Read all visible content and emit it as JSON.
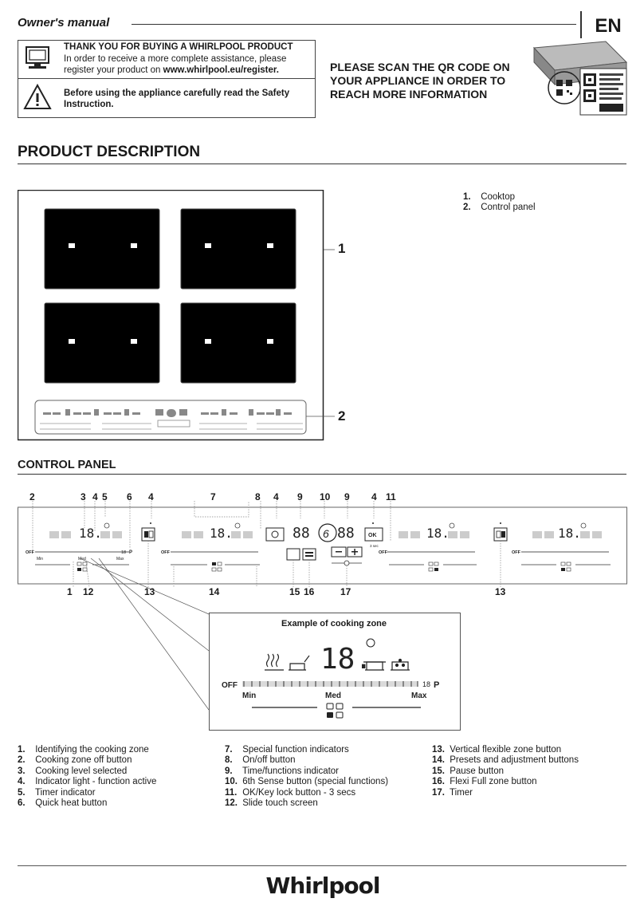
{
  "header": {
    "title": "Owner's manual",
    "lang": "EN"
  },
  "info": {
    "thanks_title": "THANK YOU FOR BUYING A WHIRLPOOL PRODUCT",
    "thanks_text": "In order to receive a more complete assistance, please register your product on ",
    "thanks_link": "www.whirlpool.eu/register.",
    "safety_text": "Before using the appliance carefully read the Safety Instruction."
  },
  "qr": {
    "text": "PLEASE SCAN THE QR CODE ON YOUR APPLIANCE IN ORDER TO REACH MORE INFORMATION"
  },
  "product": {
    "title": "PRODUCT DESCRIPTION",
    "items": [
      {
        "n": "1.",
        "label": "Cooktop"
      },
      {
        "n": "2.",
        "label": "Control panel"
      }
    ],
    "callout1": "1",
    "callout2": "2"
  },
  "control": {
    "title": "CONTROL PANEL",
    "top_callouts": [
      "2",
      "3",
      "4",
      "5",
      "6",
      "4",
      "7",
      "8",
      "4",
      "9",
      "10",
      "9",
      "4",
      "11"
    ],
    "bottom_callouts": [
      "1",
      "12",
      "13",
      "14",
      "15",
      "16",
      "17",
      "13"
    ],
    "display_18": "18.",
    "display_88": "88",
    "off": "OFF",
    "min": "Min",
    "med": "Med",
    "max": "Max",
    "level": "18",
    "p": "P",
    "ok": "OK",
    "lock": "3 sec"
  },
  "example": {
    "title": "Example of cooking zone"
  },
  "legend": {
    "col1": [
      {
        "n": "1.",
        "label": "Identifying the cooking zone"
      },
      {
        "n": "2.",
        "label": "Cooking zone off button"
      },
      {
        "n": "3.",
        "label": "Cooking level selected"
      },
      {
        "n": "4.",
        "label": "Indicator light - function active"
      },
      {
        "n": "5.",
        "label": "Timer indicator"
      },
      {
        "n": "6.",
        "label": "Quick heat button"
      }
    ],
    "col2": [
      {
        "n": "7.",
        "label": "Special function indicators"
      },
      {
        "n": "8.",
        "label": "On/off button"
      },
      {
        "n": "9.",
        "label": "Time/functions indicator"
      },
      {
        "n": "10.",
        "label": "6th Sense button (special functions)"
      },
      {
        "n": "11.",
        "label": "OK/Key lock button - 3 secs"
      },
      {
        "n": "12.",
        "label": "Slide touch screen"
      }
    ],
    "col3": [
      {
        "n": "13.",
        "label": "Vertical flexible zone button"
      },
      {
        "n": "14.",
        "label": "Presets and adjustment buttons"
      },
      {
        "n": "15.",
        "label": "Pause button"
      },
      {
        "n": "16.",
        "label": "Flexi Full zone button"
      },
      {
        "n": "17.",
        "label": "Timer"
      }
    ]
  },
  "footer": {
    "brand": "Whirlpool"
  }
}
